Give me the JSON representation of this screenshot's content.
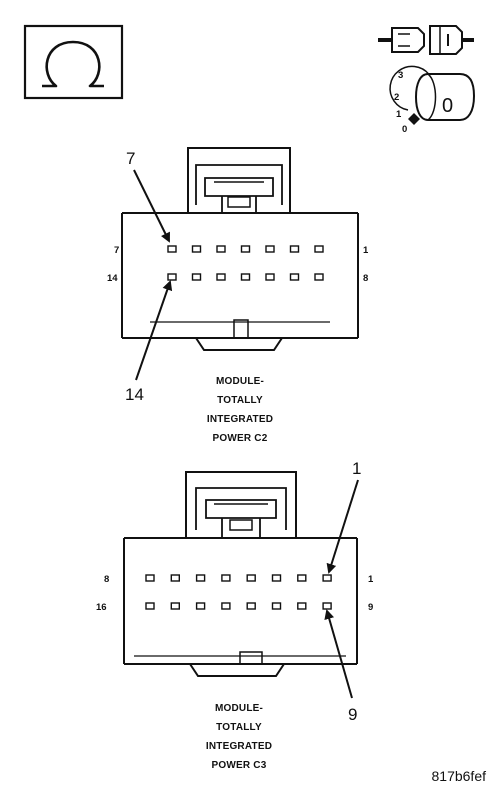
{
  "icons": {
    "ohmmeter": "ohm-symbol-icon",
    "connector": "disconnected-connector-icon",
    "ignition": "ignition-key-icon"
  },
  "ignition": {
    "positions": [
      "3",
      "2",
      "1",
      "0"
    ],
    "key_label": "0"
  },
  "connectors": [
    {
      "id": "c2",
      "title_lines": [
        "MODULE-",
        "TOTALLY",
        "INTEGRATED",
        "POWER C2"
      ],
      "row_labels": {
        "top_left": "7",
        "top_right": "1",
        "bottom_left": "14",
        "bottom_right": "8"
      },
      "pins_per_row": 7,
      "callout_top": "7",
      "callout_bottom": "14"
    },
    {
      "id": "c3",
      "title_lines": [
        "MODULE-",
        "TOTALLY",
        "INTEGRATED",
        "POWER C3"
      ],
      "row_labels": {
        "top_left": "8",
        "top_right": "1",
        "bottom_left": "16",
        "bottom_right": "9"
      },
      "pins_per_row": 8,
      "callout_top": "1",
      "callout_bottom": "9"
    }
  ],
  "reference_code": "817b6fef"
}
